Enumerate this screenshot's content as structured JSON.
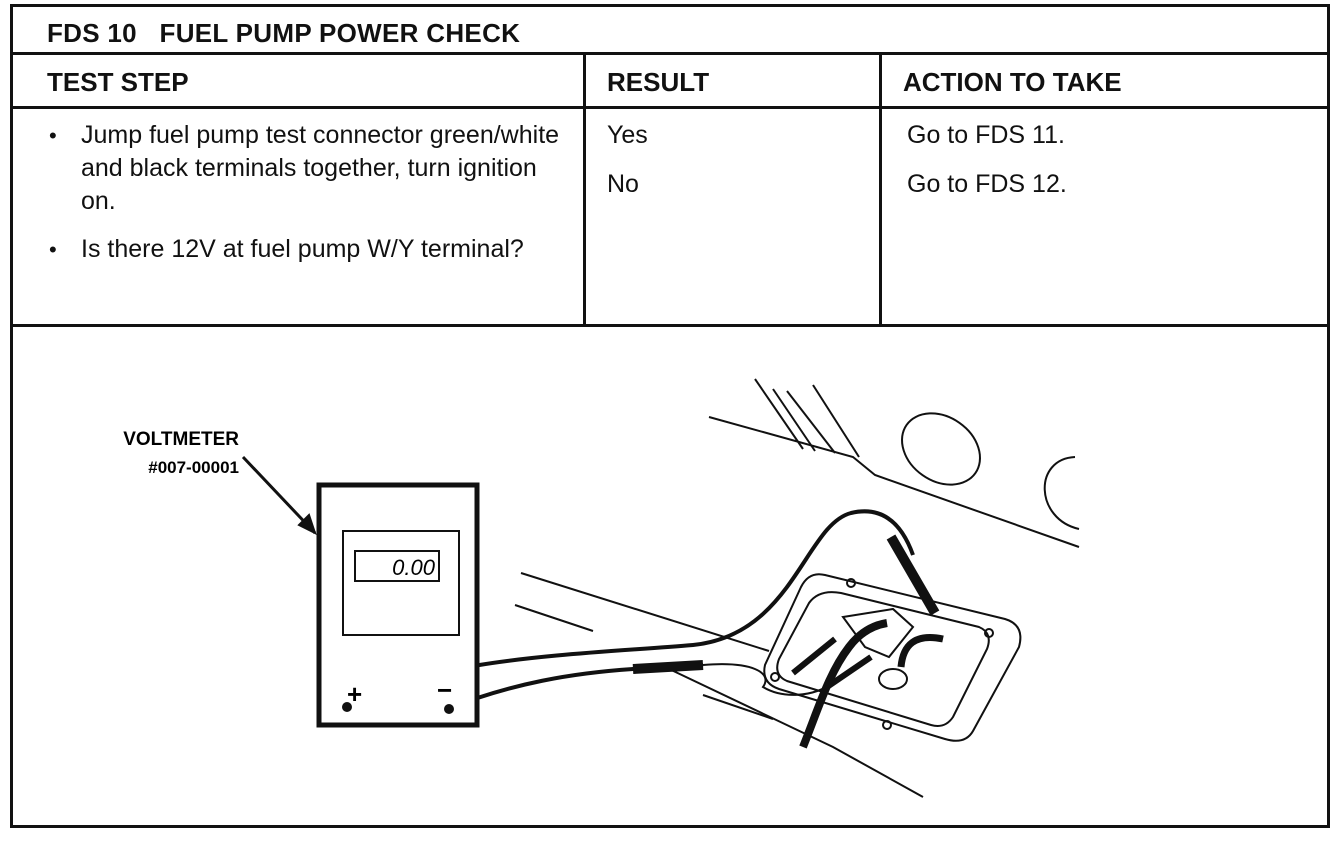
{
  "title": "FDS 10   FUEL PUMP POWER CHECK",
  "columns": {
    "test_step": "TEST STEP",
    "result": "RESULT",
    "action": "ACTION TO TAKE"
  },
  "steps": [
    {
      "bullet": "•",
      "text": "Jump fuel pump test connector green/white and black terminals together, turn ignition on."
    },
    {
      "bullet": "•",
      "text": "Is there 12V at fuel pump W/Y terminal?"
    }
  ],
  "results": [
    {
      "result": "Yes",
      "action": "Go to FDS 11."
    },
    {
      "result": "No",
      "action": "Go to FDS 12."
    }
  ],
  "figure": {
    "voltmeter_label": "VOLTMETER",
    "voltmeter_part": "#007-00001",
    "display_reading": "0.00",
    "plus_symbol": "+",
    "minus_symbol": "−"
  }
}
